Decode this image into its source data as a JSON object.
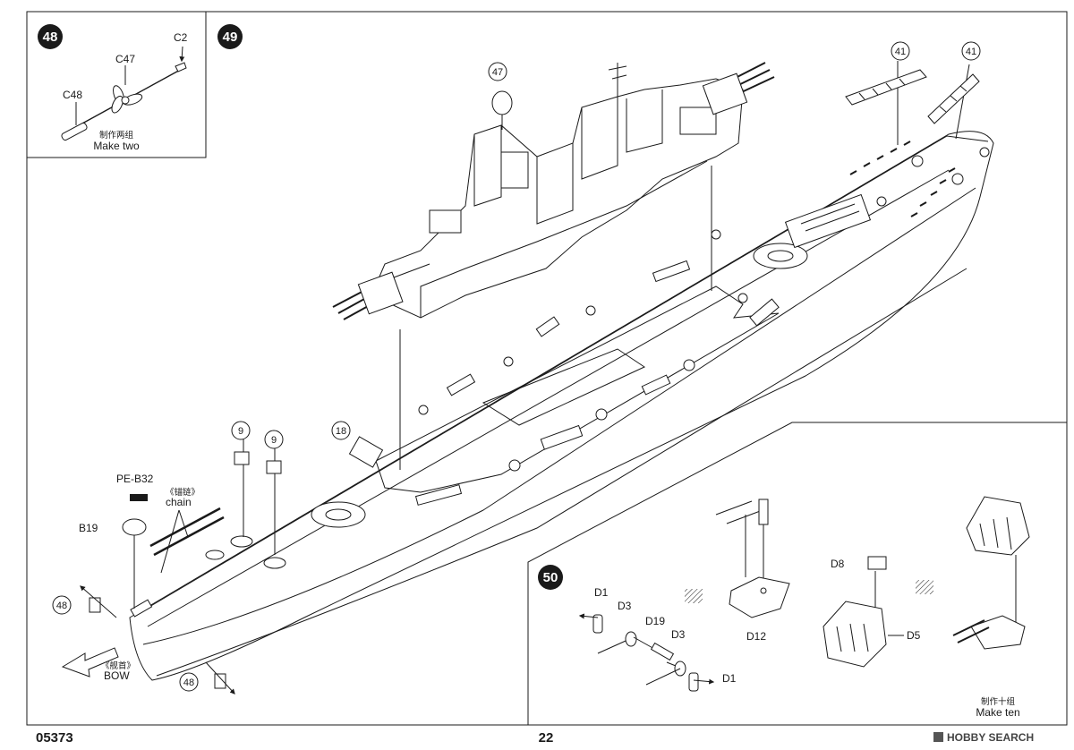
{
  "steps": {
    "s48": {
      "number": "48",
      "parts": {
        "c2": "C2",
        "c47": "C47",
        "c48": "C48"
      },
      "note_cn": "制作两组",
      "note_en": "Make two"
    },
    "s49": {
      "number": "49",
      "callouts": {
        "c47": "47",
        "c41a": "41",
        "c41b": "41",
        "c18": "18",
        "c9a": "9",
        "c9b": "9",
        "c48a": "48",
        "c48b": "48"
      },
      "parts": {
        "peb32": "PE-B32",
        "b19": "B19"
      },
      "chain_cn": "《锚链》",
      "chain_en": "chain",
      "bow_cn": "《舰首》",
      "bow_en": "BOW"
    },
    "s50": {
      "number": "50",
      "parts": {
        "d1a": "D1",
        "d3a": "D3",
        "d19": "D19",
        "d3b": "D3",
        "d1b": "D1",
        "d12": "D12",
        "d8": "D8",
        "d5": "D5"
      },
      "note_cn": "制作十组",
      "note_en": "Make ten"
    }
  },
  "footer": {
    "code": "05373",
    "page": "22",
    "watermark": "HOBBY SEARCH"
  }
}
